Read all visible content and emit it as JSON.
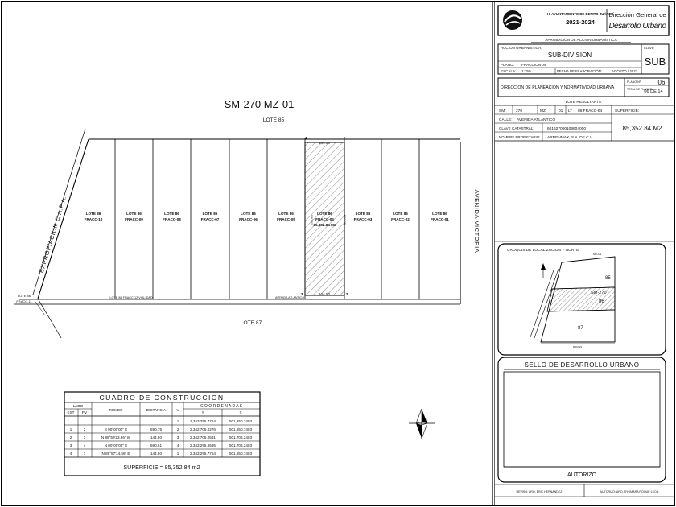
{
  "header": {
    "ayuntamiento": "H. AYUNTAMIENTO DE BENITO JUÁREZ",
    "period": "2021-2024",
    "direccion_general": "Dirección General de",
    "desarrollo_urbano": "Desarrollo Urbano"
  },
  "approval_title": "APROBACIÓN DE ACCIÓN URBANÍSTICA",
  "accion": {
    "label": "ACCION URBANISTICA:",
    "value": "SUB-DIVISION",
    "clave_label": "CLAVE:",
    "clave": "SUB",
    "plano_label": "PLANO:",
    "plano": "FRACCION 04",
    "escala_label": "ESCALA:",
    "escala": "1:750",
    "fecha_label": "FECHA DE ELABORACIÓN:",
    "fecha": "AGOSTO / 2022"
  },
  "direccion": {
    "text": "DIRECCION DE PLANEACION Y NORMATIVIDAD URBANA",
    "plano_no_label": "PLANO Nº:",
    "plano_no": "06",
    "total_label": "TOTAL DE PLANOS:",
    "total": "06 DE 14"
  },
  "lote_resultante": {
    "title": "LOTE RESULTANTE",
    "sm_label": "SM",
    "sm": "270",
    "mz_label": "MZ",
    "mz": "01",
    "lt_label": "LT",
    "lt": "86 FRACC-04",
    "superficie_label": "SUPERFICIE:",
    "superficie": "85,352.84 M2",
    "calle_label": "CALLE:",
    "calle": "AVENIDA ATLANTICO",
    "catastral_label": "CLAVE CATASTRAL:",
    "catastral": "601627000108604000",
    "propietario_label": "NOMBRE PROPIETARIO:",
    "propietario": "ARRENMAX, S.A. DE C.V."
  },
  "croquis": {
    "title": "CROQUIS DE LOCALIZACION Y NORTE",
    "mz": "MZ-01",
    "lot85": "85",
    "lot86": "86",
    "lot87": "87",
    "sm": "SM-270"
  },
  "sello": {
    "title": "SELLO DE DESARROLLO URBANO",
    "autorizo": "AUTORIZO"
  },
  "firmas": {
    "reviso": "REVISO: ARQ. ERIK HERNANDEZ",
    "autorizo": "AUTORIZO: ARQ. SYOMARA ROQUE LEON"
  },
  "plan": {
    "title": "SM-270 MZ-01",
    "lote85": "LOTE 85",
    "lote87": "LOTE 87",
    "avenida_victoria": "AVENIDA VICTORIA",
    "expropiacion": "EXPROPIACION C.A.P.A.",
    "lote86_fracc11": [
      "LOTE 86",
      "FRACC-11"
    ],
    "vialidad": "LOTE 86 FRACC-12 VIALIDAD",
    "avenida_atlantico": "AVENIDA ATLANTICO",
    "top_dim": "144.50",
    "bottom_dim": "144.50",
    "left_dim": "590.61",
    "right_dim": "590.75",
    "corner_labels": [
      "4",
      "1",
      "3",
      "2"
    ],
    "lots": [
      {
        "line1": "LOTE 86",
        "line2": "FRACC-10"
      },
      {
        "line1": "LOTE 86",
        "line2": "FRACC-09"
      },
      {
        "line1": "LOTE 86",
        "line2": "FRACC-08"
      },
      {
        "line1": "LOTE 86",
        "line2": "FRACC-07"
      },
      {
        "line1": "LOTE 86",
        "line2": "FRACC-06"
      },
      {
        "line1": "LOTE 86",
        "line2": "FRACC-05"
      },
      {
        "line1": "LOTE 86",
        "line2": "FRACC-04",
        "line3": "85,352.84 M2"
      },
      {
        "line1": "LOTE 86",
        "line2": "FRACC-03"
      },
      {
        "line1": "LOTE 86",
        "line2": "FRACC-02"
      },
      {
        "line1": "LOTE 86",
        "line2": "FRACC-01"
      }
    ]
  },
  "construccion": {
    "title": "CUADRO DE CONSTRUCCION",
    "h_lado": "LADO",
    "h_est": "EST",
    "h_pv": "PV",
    "h_rumbo": "RUMBO",
    "h_distancia": "DISTANCIA",
    "h_v": "V",
    "h_coord": "C O O R D E N A D A S",
    "h_y": "Y",
    "h_x": "X",
    "first_row": {
      "v": "1",
      "y": "2,343,295.7754",
      "x": "501,850.7403"
    },
    "rows": [
      {
        "est": "1",
        "pv": "2",
        "rumbo": "S 00°00'00\" E",
        "dist": "590.75",
        "v": "2",
        "y": "2,342,705.0276",
        "x": "501,850.7403"
      },
      {
        "est": "2",
        "pv": "3",
        "rumbo": "N 89°59'23.66\" W",
        "dist": "144.50",
        "v": "3",
        "y": "2,342,705.0531",
        "x": "501,706.2403"
      },
      {
        "est": "3",
        "pv": "4",
        "rumbo": "N 00°00'00\" E",
        "dist": "590.61",
        "v": "4",
        "y": "2,343,295.6595",
        "x": "501,706.2403"
      },
      {
        "est": "4",
        "pv": "1",
        "rumbo": "N 89°57'14.56\" E",
        "dist": "144.50",
        "v": "1",
        "y": "2,343,295.7754",
        "x": "501,850.7403"
      }
    ],
    "superficie": "SUPERFICIE = 85,352.84 m2"
  }
}
